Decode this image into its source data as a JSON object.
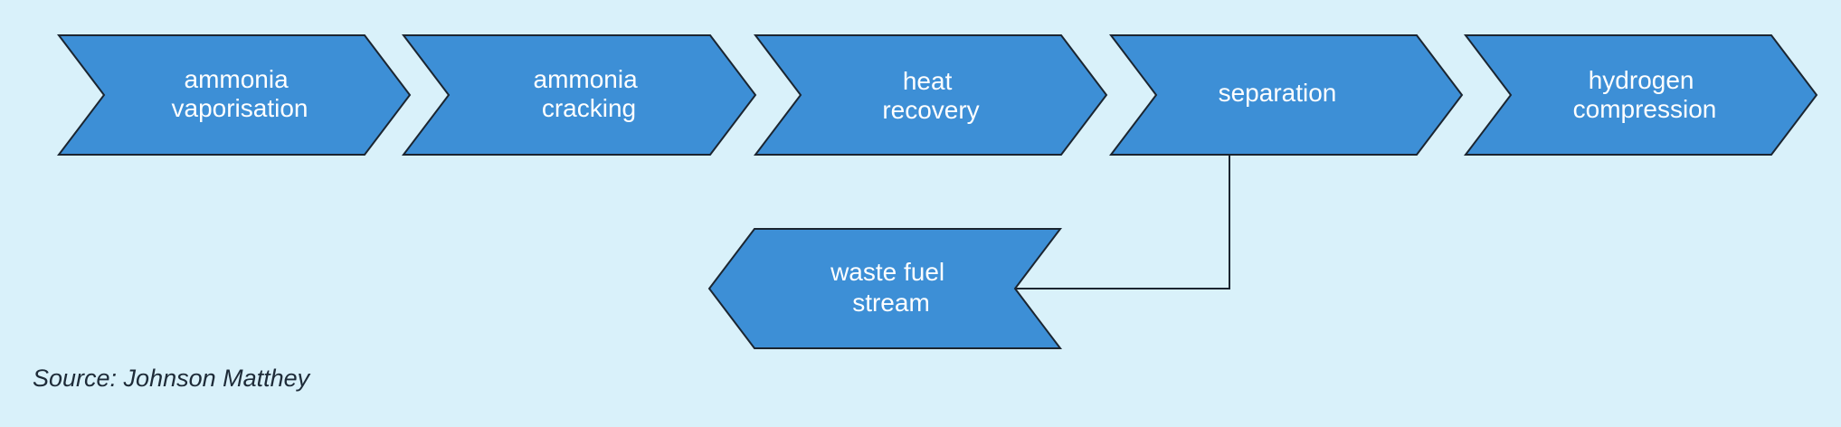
{
  "steps": [
    {
      "id": "ammonia-vaporisation",
      "lines": [
        "ammonia",
        "vaporisation"
      ]
    },
    {
      "id": "ammonia-cracking",
      "lines": [
        "ammonia",
        "cracking"
      ]
    },
    {
      "id": "heat-recovery",
      "lines": [
        "heat",
        "recovery"
      ]
    },
    {
      "id": "separation",
      "lines": [
        "separation"
      ]
    },
    {
      "id": "hydrogen-compression",
      "lines": [
        "hydrogen",
        "compression"
      ]
    }
  ],
  "branch": {
    "id": "waste-fuel-stream",
    "lines": [
      "waste fuel",
      "stream"
    ],
    "from": "separation"
  },
  "source": "Source: Johnson Matthey",
  "colors": {
    "background": "#d9f1fa",
    "shape_fill": "#3d8fd6",
    "outline": "#1b2530",
    "label": "#ffffff"
  }
}
